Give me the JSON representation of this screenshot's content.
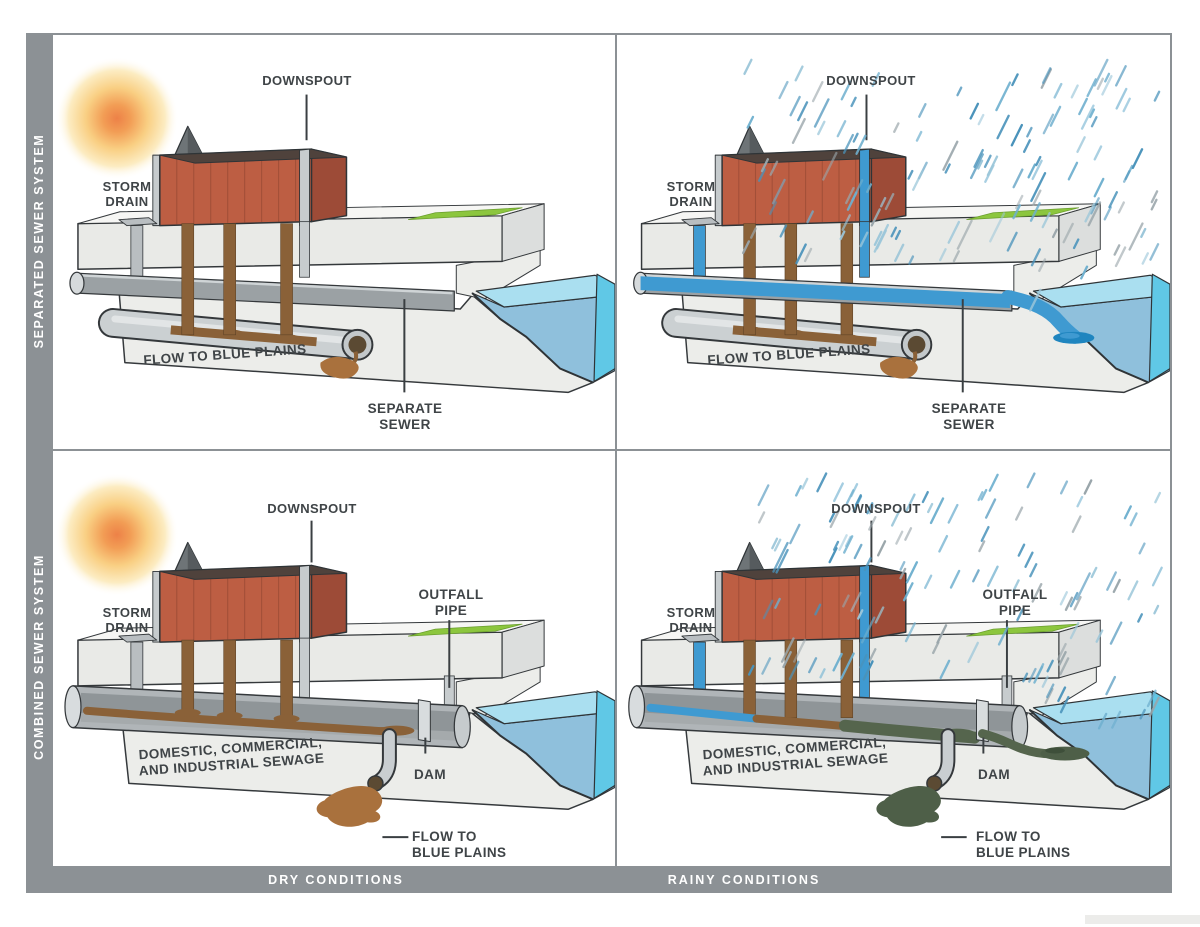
{
  "sidebar": {
    "top": "SEPARATED SEWER SYSTEM",
    "bottom": "COMBINED SEWER SYSTEM"
  },
  "footer": {
    "left": "DRY CONDITIONS",
    "right": "RAINY CONDITIONS"
  },
  "colors": {
    "frame_gray": "#8c9195",
    "building_brick": "#bd5e43",
    "building_side": "#9d4b37",
    "storm_water_blue": "#3f9ad1",
    "sewage_brown": "#8a6138",
    "sewage_puddle_brown": "#a9713d",
    "overflow_green": "#55654d",
    "river_top": "#aadff0",
    "river_slope": "#8fc0dc",
    "river_edge": "#60c8e6",
    "grass_green": "#8cc63e",
    "label_text": "#3f4447"
  },
  "panels": [
    {
      "id": "separated-dry",
      "system": "separated",
      "condition": "dry",
      "labels": {
        "downspout": "DOWNSPOUT",
        "storm_drain": "STORM\nDRAIN",
        "flow": "FLOW TO BLUE PLAINS",
        "sewer": "SEPARATE\nSEWER"
      }
    },
    {
      "id": "separated-rainy",
      "system": "separated",
      "condition": "rainy",
      "labels": {
        "downspout": "DOWNSPOUT",
        "storm_drain": "STORM\nDRAIN",
        "flow": "FLOW TO BLUE PLAINS",
        "sewer": "SEPARATE\nSEWER"
      }
    },
    {
      "id": "combined-dry",
      "system": "combined",
      "condition": "dry",
      "labels": {
        "downspout": "DOWNSPOUT",
        "storm_drain": "STORM\nDRAIN",
        "outfall": "OUTFALL\nPIPE",
        "sewage": "DOMESTIC, COMMERCIAL,\nAND INDUSTRIAL SEWAGE",
        "dam": "DAM",
        "flow": "FLOW TO\nBLUE PLAINS"
      }
    },
    {
      "id": "combined-rainy",
      "system": "combined",
      "condition": "rainy",
      "labels": {
        "downspout": "DOWNSPOUT",
        "storm_drain": "STORM\nDRAIN",
        "outfall": "OUTFALL\nPIPE",
        "sewage": "DOMESTIC, COMMERCIAL,\nAND INDUSTRIAL SEWAGE",
        "dam": "DAM",
        "flow": "FLOW TO\nBLUE PLAINS"
      }
    }
  ]
}
